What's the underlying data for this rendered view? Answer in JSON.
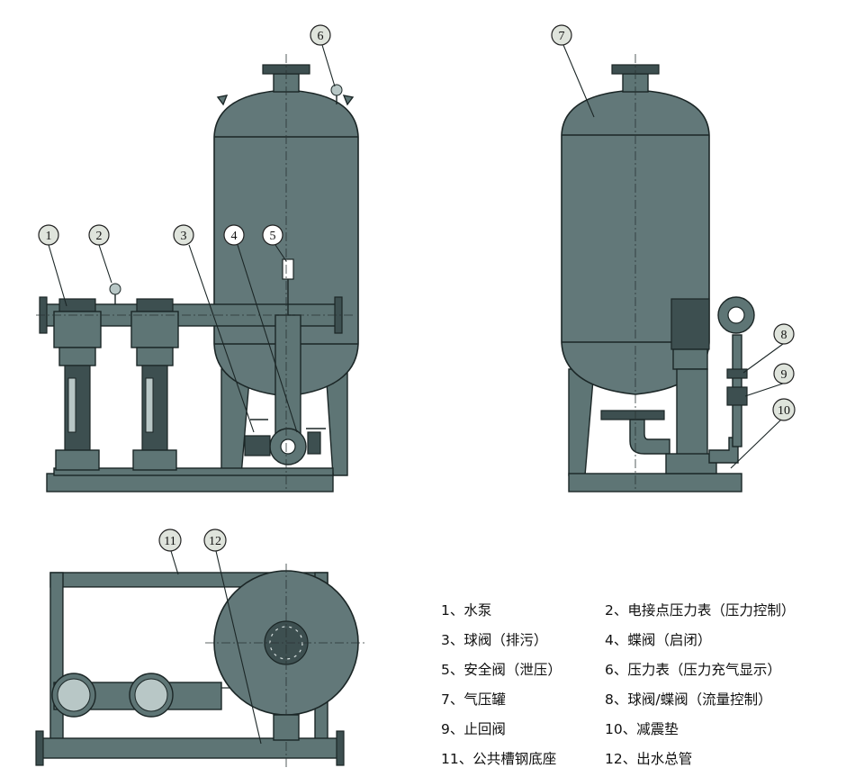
{
  "colors": {
    "tank": "#627879",
    "steel": "#5e7575",
    "outline": "#1b2626",
    "light": "#b8c7c6",
    "callout_fill": "#dfe4dc"
  },
  "callouts": [
    {
      "num": "1"
    },
    {
      "num": "2"
    },
    {
      "num": "3"
    },
    {
      "num": "4"
    },
    {
      "num": "5"
    },
    {
      "num": "6"
    },
    {
      "num": "7"
    },
    {
      "num": "8"
    },
    {
      "num": "9"
    },
    {
      "num": "10"
    },
    {
      "num": "11"
    },
    {
      "num": "12"
    }
  ],
  "legend": [
    "1、水泵",
    "2、电接点压力表（压力控制）",
    "3、球阀（排污）",
    "4、蝶阀（启闭）",
    "5、安全阀（泄压）",
    "6、压力表（压力充气显示）",
    "7、气压罐",
    "8、球阀/蝶阀（流量控制）",
    "9、止回阀",
    "10、减震垫",
    "11、公共槽钢底座",
    "12、出水总管"
  ]
}
